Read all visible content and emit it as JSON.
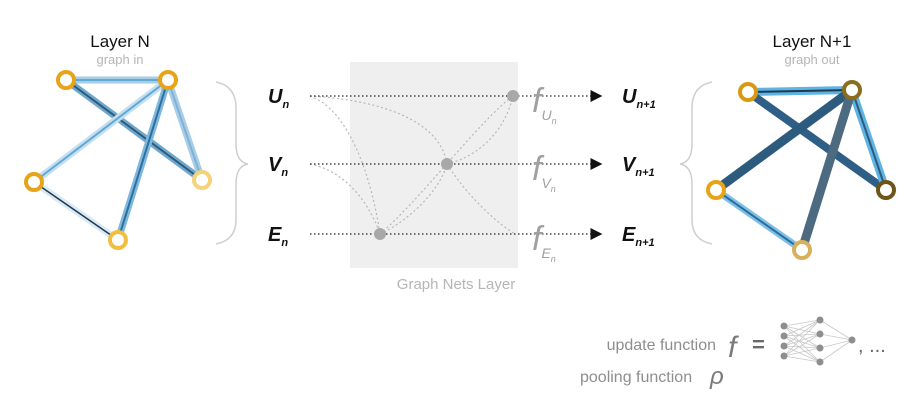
{
  "left_graph": {
    "title": "Layer N",
    "subtitle": "graph in"
  },
  "right_graph": {
    "title": "Layer N+1",
    "subtitle": "graph out"
  },
  "inputs": [
    {
      "base": "U",
      "sub": "n"
    },
    {
      "base": "V",
      "sub": "n"
    },
    {
      "base": "E",
      "sub": "n"
    }
  ],
  "outputs": [
    {
      "base": "U",
      "sub": "n+1"
    },
    {
      "base": "V",
      "sub": "n+1"
    },
    {
      "base": "E",
      "sub": "n+1"
    }
  ],
  "functions": [
    {
      "symbol": "f",
      "sub": "U",
      "subsub": "n"
    },
    {
      "symbol": "f",
      "sub": "V",
      "subsub": "n"
    },
    {
      "symbol": "f",
      "sub": "E",
      "subsub": "n"
    }
  ],
  "layer_label": "Graph Nets Layer",
  "legend": {
    "update_label": "update function",
    "update_symbol": "f",
    "equals": "=",
    "ellipsis": ", ...",
    "pooling_label": "pooling function",
    "pooling_symbol": "ρ"
  },
  "colors": {
    "node_yellow": "#f0b323",
    "node_dark_gold": "#8a6d1e",
    "edge_light_blue": "#a9cde6",
    "edge_mid_blue": "#5fa9d6",
    "edge_dark_blue": "#2d5b7e",
    "panel_gray": "#efefef",
    "label_gray": "#b5b5b5",
    "dot_gray": "#a8a8a8"
  }
}
